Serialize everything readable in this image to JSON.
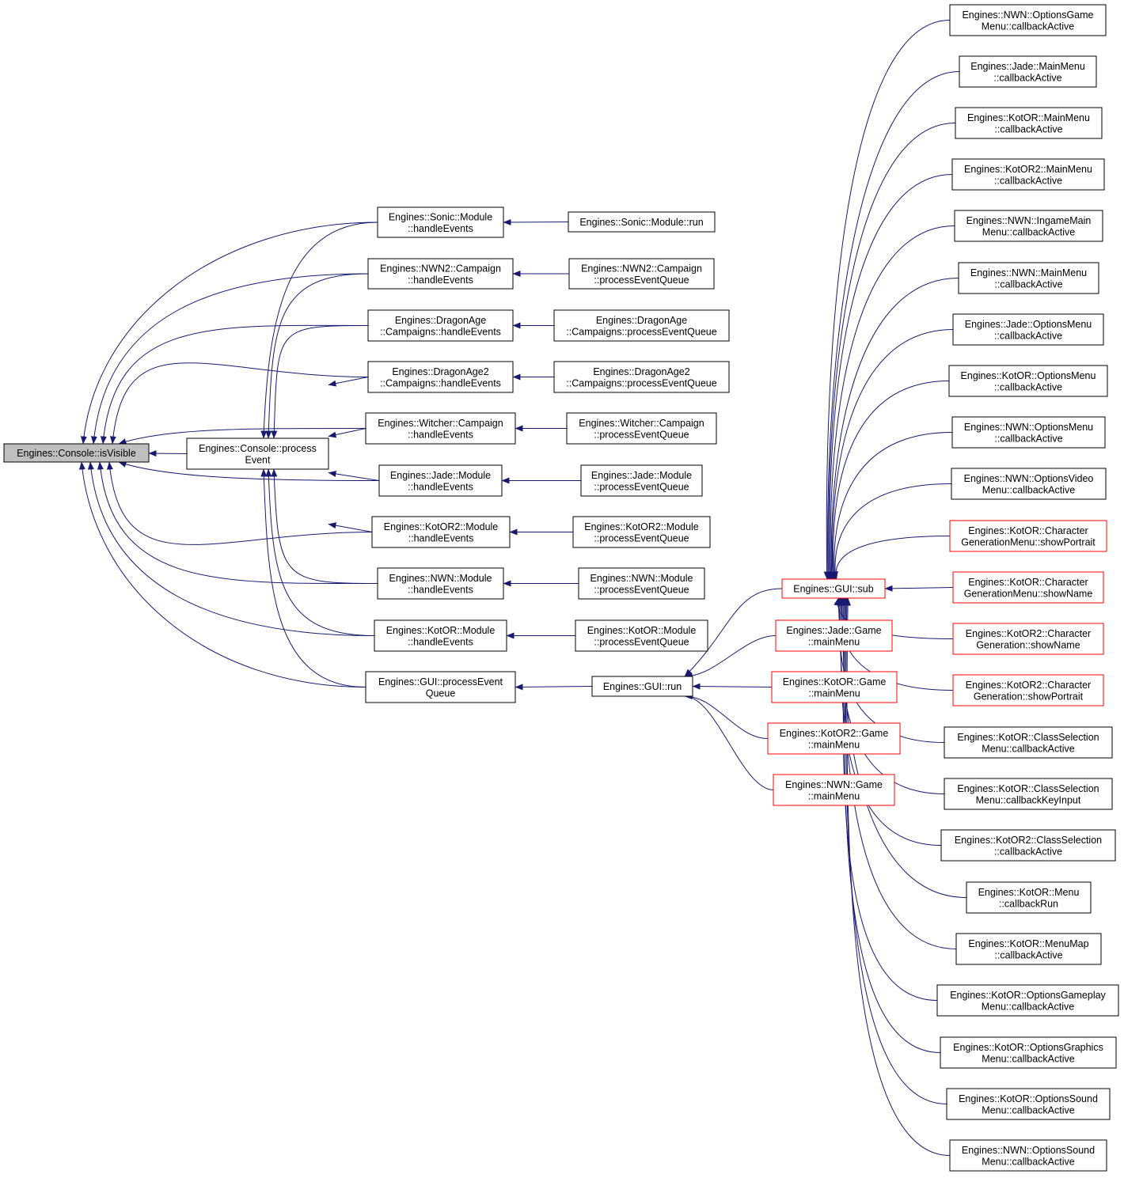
{
  "graph": {
    "colors": {
      "edge": "#191970",
      "node_border": "#000000",
      "highlight_border": "#ff0000",
      "root_fill": "#bfbfbf",
      "node_fill": "#ffffff"
    },
    "nodes": [
      {
        "id": "root",
        "lines": [
          "Engines::Console::isVisible"
        ],
        "style": "root"
      },
      {
        "id": "processEvent",
        "lines": [
          "Engines::Console::process",
          "Event"
        ]
      },
      {
        "id": "sonic_he",
        "lines": [
          "Engines::Sonic::Module",
          "::handleEvents"
        ]
      },
      {
        "id": "nwn2_he",
        "lines": [
          "Engines::NWN2::Campaign",
          "::handleEvents"
        ]
      },
      {
        "id": "da_he",
        "lines": [
          "Engines::DragonAge",
          "::Campaigns::handleEvents"
        ]
      },
      {
        "id": "da2_he",
        "lines": [
          "Engines::DragonAge2",
          "::Campaigns::handleEvents"
        ]
      },
      {
        "id": "witcher_he",
        "lines": [
          "Engines::Witcher::Campaign",
          "::handleEvents"
        ]
      },
      {
        "id": "jade_he",
        "lines": [
          "Engines::Jade::Module",
          "::handleEvents"
        ]
      },
      {
        "id": "kotor2_he",
        "lines": [
          "Engines::KotOR2::Module",
          "::handleEvents"
        ]
      },
      {
        "id": "nwn_he",
        "lines": [
          "Engines::NWN::Module",
          "::handleEvents"
        ]
      },
      {
        "id": "kotor_he",
        "lines": [
          "Engines::KotOR::Module",
          "::handleEvents"
        ]
      },
      {
        "id": "gui_peq",
        "lines": [
          "Engines::GUI::processEvent",
          "Queue"
        ]
      },
      {
        "id": "sonic_run",
        "lines": [
          "Engines::Sonic::Module::run"
        ]
      },
      {
        "id": "nwn2_peq",
        "lines": [
          "Engines::NWN2::Campaign",
          "::processEventQueue"
        ]
      },
      {
        "id": "da_peq",
        "lines": [
          "Engines::DragonAge",
          "::Campaigns::processEventQueue"
        ]
      },
      {
        "id": "da2_peq",
        "lines": [
          "Engines::DragonAge2",
          "::Campaigns::processEventQueue"
        ]
      },
      {
        "id": "witcher_peq",
        "lines": [
          "Engines::Witcher::Campaign",
          "::processEventQueue"
        ]
      },
      {
        "id": "jade_peq",
        "lines": [
          "Engines::Jade::Module",
          "::processEventQueue"
        ]
      },
      {
        "id": "kotor2_peq",
        "lines": [
          "Engines::KotOR2::Module",
          "::processEventQueue"
        ]
      },
      {
        "id": "nwn_peq",
        "lines": [
          "Engines::NWN::Module",
          "::processEventQueue"
        ]
      },
      {
        "id": "kotor_peq",
        "lines": [
          "Engines::KotOR::Module",
          "::processEventQueue"
        ]
      },
      {
        "id": "gui_run",
        "lines": [
          "Engines::GUI::run"
        ]
      },
      {
        "id": "gui_sub",
        "lines": [
          "Engines::GUI::sub"
        ],
        "style": "highlight"
      },
      {
        "id": "jade_game",
        "lines": [
          "Engines::Jade::Game",
          "::mainMenu"
        ],
        "style": "highlight"
      },
      {
        "id": "kotor_game",
        "lines": [
          "Engines::KotOR::Game",
          "::mainMenu"
        ],
        "style": "highlight"
      },
      {
        "id": "kotor2_game",
        "lines": [
          "Engines::KotOR2::Game",
          "::mainMenu"
        ],
        "style": "highlight"
      },
      {
        "id": "nwn_game",
        "lines": [
          "Engines::NWN::Game",
          "::mainMenu"
        ],
        "style": "highlight"
      },
      {
        "id": "r1",
        "lines": [
          "Engines::NWN::OptionsGame",
          "Menu::callbackActive"
        ]
      },
      {
        "id": "r2",
        "lines": [
          "Engines::Jade::MainMenu",
          "::callbackActive"
        ]
      },
      {
        "id": "r3",
        "lines": [
          "Engines::KotOR::MainMenu",
          "::callbackActive"
        ]
      },
      {
        "id": "r4",
        "lines": [
          "Engines::KotOR2::MainMenu",
          "::callbackActive"
        ]
      },
      {
        "id": "r5",
        "lines": [
          "Engines::NWN::IngameMain",
          "Menu::callbackActive"
        ]
      },
      {
        "id": "r6",
        "lines": [
          "Engines::NWN::MainMenu",
          "::callbackActive"
        ]
      },
      {
        "id": "r7",
        "lines": [
          "Engines::Jade::OptionsMenu",
          "::callbackActive"
        ]
      },
      {
        "id": "r8",
        "lines": [
          "Engines::KotOR::OptionsMenu",
          "::callbackActive"
        ]
      },
      {
        "id": "r9",
        "lines": [
          "Engines::NWN::OptionsMenu",
          "::callbackActive"
        ]
      },
      {
        "id": "r10",
        "lines": [
          "Engines::NWN::OptionsVideo",
          "Menu::callbackActive"
        ]
      },
      {
        "id": "r11",
        "lines": [
          "Engines::KotOR::Character",
          "GenerationMenu::showPortrait"
        ],
        "style": "highlight"
      },
      {
        "id": "r12",
        "lines": [
          "Engines::KotOR::Character",
          "GenerationMenu::showName"
        ],
        "style": "highlight"
      },
      {
        "id": "r13",
        "lines": [
          "Engines::KotOR2::Character",
          "Generation::showName"
        ],
        "style": "highlight"
      },
      {
        "id": "r14",
        "lines": [
          "Engines::KotOR2::Character",
          "Generation::showPortrait"
        ],
        "style": "highlight"
      },
      {
        "id": "r15",
        "lines": [
          "Engines::KotOR::ClassSelection",
          "Menu::callbackActive"
        ]
      },
      {
        "id": "r16",
        "lines": [
          "Engines::KotOR::ClassSelection",
          "Menu::callbackKeyInput"
        ]
      },
      {
        "id": "r17",
        "lines": [
          "Engines::KotOR2::ClassSelection",
          "::callbackActive"
        ]
      },
      {
        "id": "r18",
        "lines": [
          "Engines::KotOR::Menu",
          "::callbackRun"
        ]
      },
      {
        "id": "r19",
        "lines": [
          "Engines::KotOR::MenuMap",
          "::callbackActive"
        ]
      },
      {
        "id": "r20",
        "lines": [
          "Engines::KotOR::OptionsGameplay",
          "Menu::callbackActive"
        ]
      },
      {
        "id": "r21",
        "lines": [
          "Engines::KotOR::OptionsGraphics",
          "Menu::callbackActive"
        ]
      },
      {
        "id": "r22",
        "lines": [
          "Engines::KotOR::OptionsSound",
          "Menu::callbackActive"
        ]
      },
      {
        "id": "r23",
        "lines": [
          "Engines::NWN::OptionsSound",
          "Menu::callbackActive"
        ]
      }
    ],
    "edges": [
      {
        "from": "processEvent",
        "to": "root"
      },
      {
        "from": "sonic_he",
        "to": "root"
      },
      {
        "from": "nwn2_he",
        "to": "root"
      },
      {
        "from": "da_he",
        "to": "root"
      },
      {
        "from": "da2_he",
        "to": "root"
      },
      {
        "from": "witcher_he",
        "to": "root"
      },
      {
        "from": "jade_he",
        "to": "root"
      },
      {
        "from": "kotor2_he",
        "to": "root"
      },
      {
        "from": "nwn_he",
        "to": "root"
      },
      {
        "from": "kotor_he",
        "to": "root"
      },
      {
        "from": "gui_peq",
        "to": "root"
      },
      {
        "from": "sonic_he",
        "to": "processEvent"
      },
      {
        "from": "nwn2_he",
        "to": "processEvent"
      },
      {
        "from": "da_he",
        "to": "processEvent"
      },
      {
        "from": "da2_he",
        "to": "processEvent"
      },
      {
        "from": "witcher_he",
        "to": "processEvent"
      },
      {
        "from": "jade_he",
        "to": "processEvent"
      },
      {
        "from": "kotor2_he",
        "to": "processEvent"
      },
      {
        "from": "nwn_he",
        "to": "processEvent"
      },
      {
        "from": "kotor_he",
        "to": "processEvent"
      },
      {
        "from": "gui_peq",
        "to": "processEvent"
      },
      {
        "from": "sonic_run",
        "to": "sonic_he"
      },
      {
        "from": "nwn2_peq",
        "to": "nwn2_he"
      },
      {
        "from": "da_peq",
        "to": "da_he"
      },
      {
        "from": "da2_peq",
        "to": "da2_he"
      },
      {
        "from": "witcher_peq",
        "to": "witcher_he"
      },
      {
        "from": "jade_peq",
        "to": "jade_he"
      },
      {
        "from": "kotor2_peq",
        "to": "kotor2_he"
      },
      {
        "from": "nwn_peq",
        "to": "nwn_he"
      },
      {
        "from": "kotor_peq",
        "to": "kotor_he"
      },
      {
        "from": "gui_run",
        "to": "gui_peq"
      },
      {
        "from": "gui_sub",
        "to": "gui_run"
      },
      {
        "from": "jade_game",
        "to": "gui_run"
      },
      {
        "from": "kotor_game",
        "to": "gui_run"
      },
      {
        "from": "kotor2_game",
        "to": "gui_run"
      },
      {
        "from": "nwn_game",
        "to": "gui_run"
      },
      {
        "from": "r1",
        "to": "gui_sub"
      },
      {
        "from": "r2",
        "to": "gui_sub"
      },
      {
        "from": "r3",
        "to": "gui_sub"
      },
      {
        "from": "r4",
        "to": "gui_sub"
      },
      {
        "from": "r5",
        "to": "gui_sub"
      },
      {
        "from": "r6",
        "to": "gui_sub"
      },
      {
        "from": "r7",
        "to": "gui_sub"
      },
      {
        "from": "r8",
        "to": "gui_sub"
      },
      {
        "from": "r9",
        "to": "gui_sub"
      },
      {
        "from": "r10",
        "to": "gui_sub"
      },
      {
        "from": "r11",
        "to": "gui_sub"
      },
      {
        "from": "r12",
        "to": "gui_sub"
      },
      {
        "from": "r13",
        "to": "gui_sub"
      },
      {
        "from": "r14",
        "to": "gui_sub"
      },
      {
        "from": "r15",
        "to": "gui_sub"
      },
      {
        "from": "r16",
        "to": "gui_sub"
      },
      {
        "from": "r17",
        "to": "gui_sub"
      },
      {
        "from": "r18",
        "to": "gui_sub"
      },
      {
        "from": "r19",
        "to": "gui_sub"
      },
      {
        "from": "r20",
        "to": "gui_sub"
      },
      {
        "from": "r21",
        "to": "gui_sub"
      },
      {
        "from": "r22",
        "to": "gui_sub"
      },
      {
        "from": "r23",
        "to": "gui_sub"
      }
    ]
  }
}
